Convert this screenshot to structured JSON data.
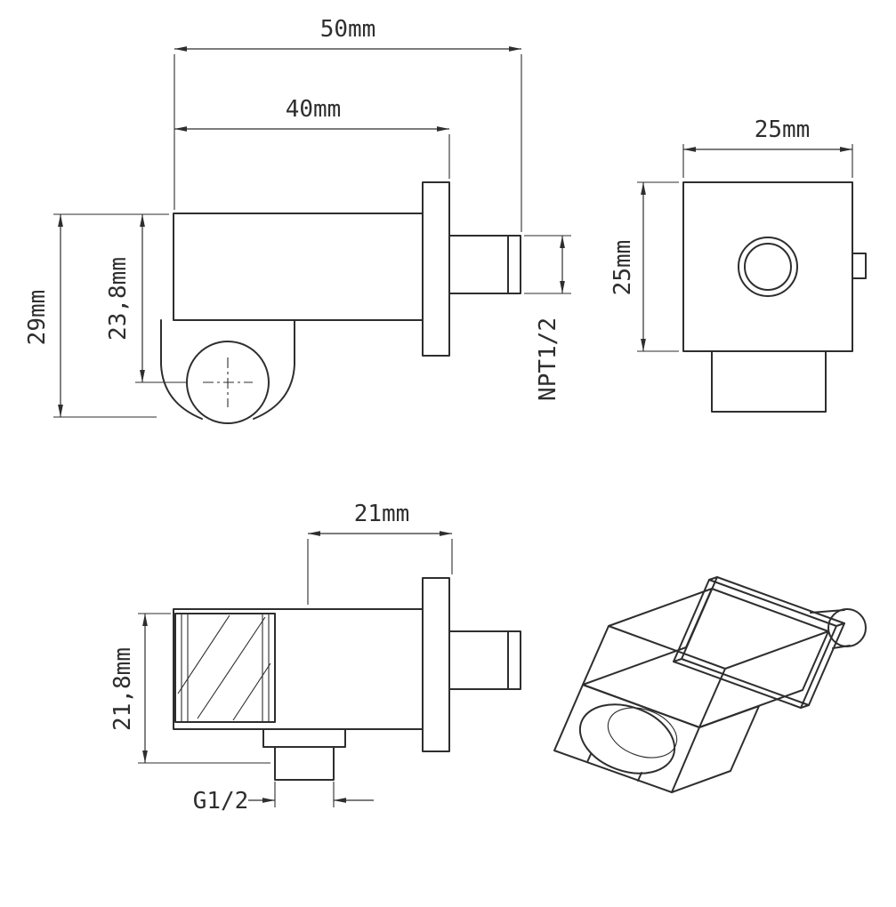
{
  "drawing": {
    "background": "#ffffff",
    "line_color": "#2e2e2e",
    "views": {
      "side_top": {
        "dim_overall_length": "50mm",
        "dim_body_length": "40mm",
        "dim_overall_height": "29mm",
        "dim_axis_height": "23,8mm",
        "thread_label": "NPT1/2"
      },
      "front": {
        "dim_width": "25mm",
        "dim_height": "25mm"
      },
      "side_bottom": {
        "dim_outlet_offset": "21mm",
        "dim_body_height": "21,8mm",
        "thread_label": "G1/2"
      }
    }
  }
}
